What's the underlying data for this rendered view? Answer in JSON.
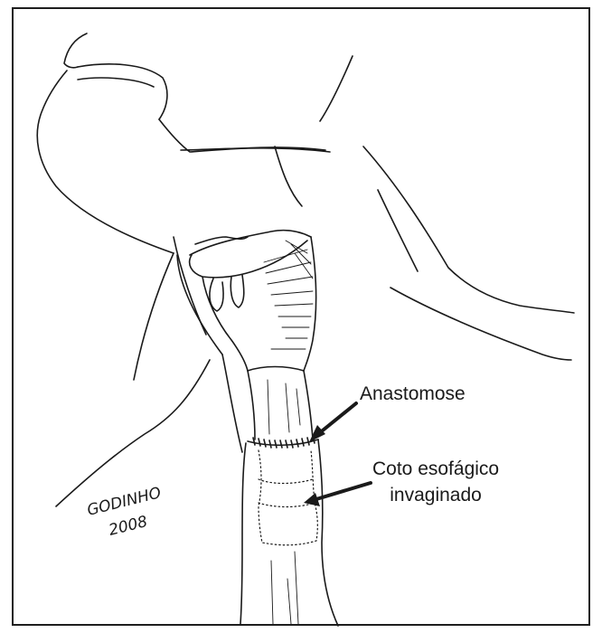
{
  "labels": {
    "anastomose": "Anastomose",
    "coto_line1": "Coto esofágico",
    "coto_line2": "invaginado"
  },
  "signature": {
    "name": "GODINHO",
    "year": "2008"
  },
  "colors": {
    "ink": "#1a1a1a",
    "frame": "#1e1e1e",
    "background": "#ffffff"
  }
}
